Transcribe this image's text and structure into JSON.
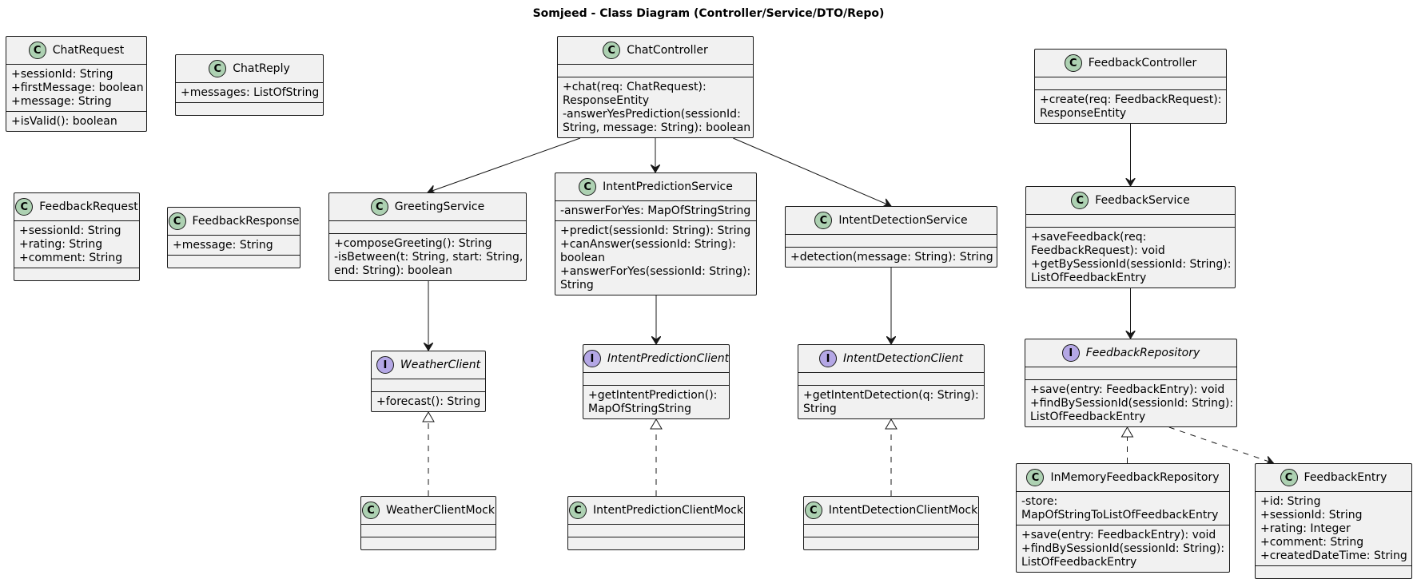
{
  "title": "Somjeed - Class Diagram (Controller/Service/DTO/Repo)",
  "classes": {
    "chat_request": {
      "name": "ChatRequest",
      "kind": "C",
      "fields": [
        "+sessionId: String",
        "+firstMessage: boolean",
        "+message: String"
      ],
      "methods": [
        "+isValid(): boolean"
      ]
    },
    "chat_reply": {
      "name": "ChatReply",
      "kind": "C",
      "fields": [
        "+messages: ListOfString"
      ],
      "methods": []
    },
    "feedback_request": {
      "name": "FeedbackRequest",
      "kind": "C",
      "fields": [
        "+sessionId: String",
        "+rating: String",
        "+comment: String"
      ],
      "methods": []
    },
    "feedback_response": {
      "name": "FeedbackResponse",
      "kind": "C",
      "fields": [
        "+message: String"
      ],
      "methods": []
    },
    "chat_controller": {
      "name": "ChatController",
      "kind": "C",
      "fields": [],
      "methods": [
        "+chat(req: ChatRequest):",
        "ResponseEntity",
        "-answerYesPrediction(sessionId:",
        "String, message: String): boolean"
      ]
    },
    "greeting_service": {
      "name": "GreetingService",
      "kind": "C",
      "fields": [],
      "methods": [
        "+composeGreeting(): String",
        "-isBetween(t: String, start: String,",
        "end: String): boolean"
      ]
    },
    "intent_prediction_service": {
      "name": "IntentPredictionService",
      "kind": "C",
      "fields": [
        "-answerForYes: MapOfStringString"
      ],
      "methods": [
        "+predict(sessionId: String): String",
        "+canAnswer(sessionId: String):",
        "boolean",
        "+answerForYes(sessionId: String):",
        "String"
      ]
    },
    "intent_detection_service": {
      "name": "IntentDetectionService",
      "kind": "C",
      "fields": [],
      "methods": [
        "+detection(message: String): String"
      ]
    },
    "weather_client": {
      "name": "WeatherClient",
      "kind": "I",
      "fields": [],
      "methods": [
        "+forecast(): String"
      ]
    },
    "intent_prediction_client": {
      "name": "IntentPredictionClient",
      "kind": "I",
      "fields": [],
      "methods": [
        "+getIntentPrediction():",
        "MapOfStringString"
      ]
    },
    "intent_detection_client": {
      "name": "IntentDetectionClient",
      "kind": "I",
      "fields": [],
      "methods": [
        "+getIntentDetection(q: String):",
        "String"
      ]
    },
    "weather_client_mock": {
      "name": "WeatherClientMock",
      "kind": "C",
      "fields": [],
      "methods": []
    },
    "intent_prediction_client_mock": {
      "name": "IntentPredictionClientMock",
      "kind": "C",
      "fields": [],
      "methods": []
    },
    "intent_detection_client_mock": {
      "name": "IntentDetectionClientMock",
      "kind": "C",
      "fields": [],
      "methods": []
    },
    "feedback_controller": {
      "name": "FeedbackController",
      "kind": "C",
      "fields": [],
      "methods": [
        "+create(req: FeedbackRequest):",
        "ResponseEntity"
      ]
    },
    "feedback_service": {
      "name": "FeedbackService",
      "kind": "C",
      "fields": [],
      "methods": [
        "+saveFeedback(req:",
        "FeedbackRequest): void",
        "+getBySessionId(sessionId: String):",
        "ListOfFeedbackEntry"
      ]
    },
    "feedback_repository": {
      "name": "FeedbackRepository",
      "kind": "I",
      "fields": [],
      "methods": [
        "+save(entry: FeedbackEntry): void",
        "+findBySessionId(sessionId: String):",
        "ListOfFeedbackEntry"
      ]
    },
    "in_memory_feedback_repository": {
      "name": "InMemoryFeedbackRepository",
      "kind": "C",
      "fields": [
        "-store:",
        "MapOfStringToListOfFeedbackEntry"
      ],
      "methods": [
        "+save(entry: FeedbackEntry): void",
        "+findBySessionId(sessionId: String):",
        "ListOfFeedbackEntry"
      ]
    },
    "feedback_entry": {
      "name": "FeedbackEntry",
      "kind": "C",
      "fields": [
        "+id: String",
        "+sessionId: String",
        "+rating: Integer",
        "+comment: String",
        "+createdDateTime: String"
      ],
      "methods": []
    }
  },
  "relations": [
    {
      "from": "chat_controller",
      "to": "greeting_service",
      "type": "association"
    },
    {
      "from": "chat_controller",
      "to": "intent_prediction_service",
      "type": "association"
    },
    {
      "from": "chat_controller",
      "to": "intent_detection_service",
      "type": "association"
    },
    {
      "from": "greeting_service",
      "to": "weather_client",
      "type": "association"
    },
    {
      "from": "intent_prediction_service",
      "to": "intent_prediction_client",
      "type": "association"
    },
    {
      "from": "intent_detection_service",
      "to": "intent_detection_client",
      "type": "association"
    },
    {
      "from": "weather_client_mock",
      "to": "weather_client",
      "type": "realization"
    },
    {
      "from": "intent_prediction_client_mock",
      "to": "intent_prediction_client",
      "type": "realization"
    },
    {
      "from": "intent_detection_client_mock",
      "to": "intent_detection_client",
      "type": "realization"
    },
    {
      "from": "feedback_controller",
      "to": "feedback_service",
      "type": "association"
    },
    {
      "from": "feedback_service",
      "to": "feedback_repository",
      "type": "association"
    },
    {
      "from": "in_memory_feedback_repository",
      "to": "feedback_repository",
      "type": "realization"
    },
    {
      "from": "feedback_repository",
      "to": "feedback_entry",
      "type": "dependency"
    }
  ]
}
